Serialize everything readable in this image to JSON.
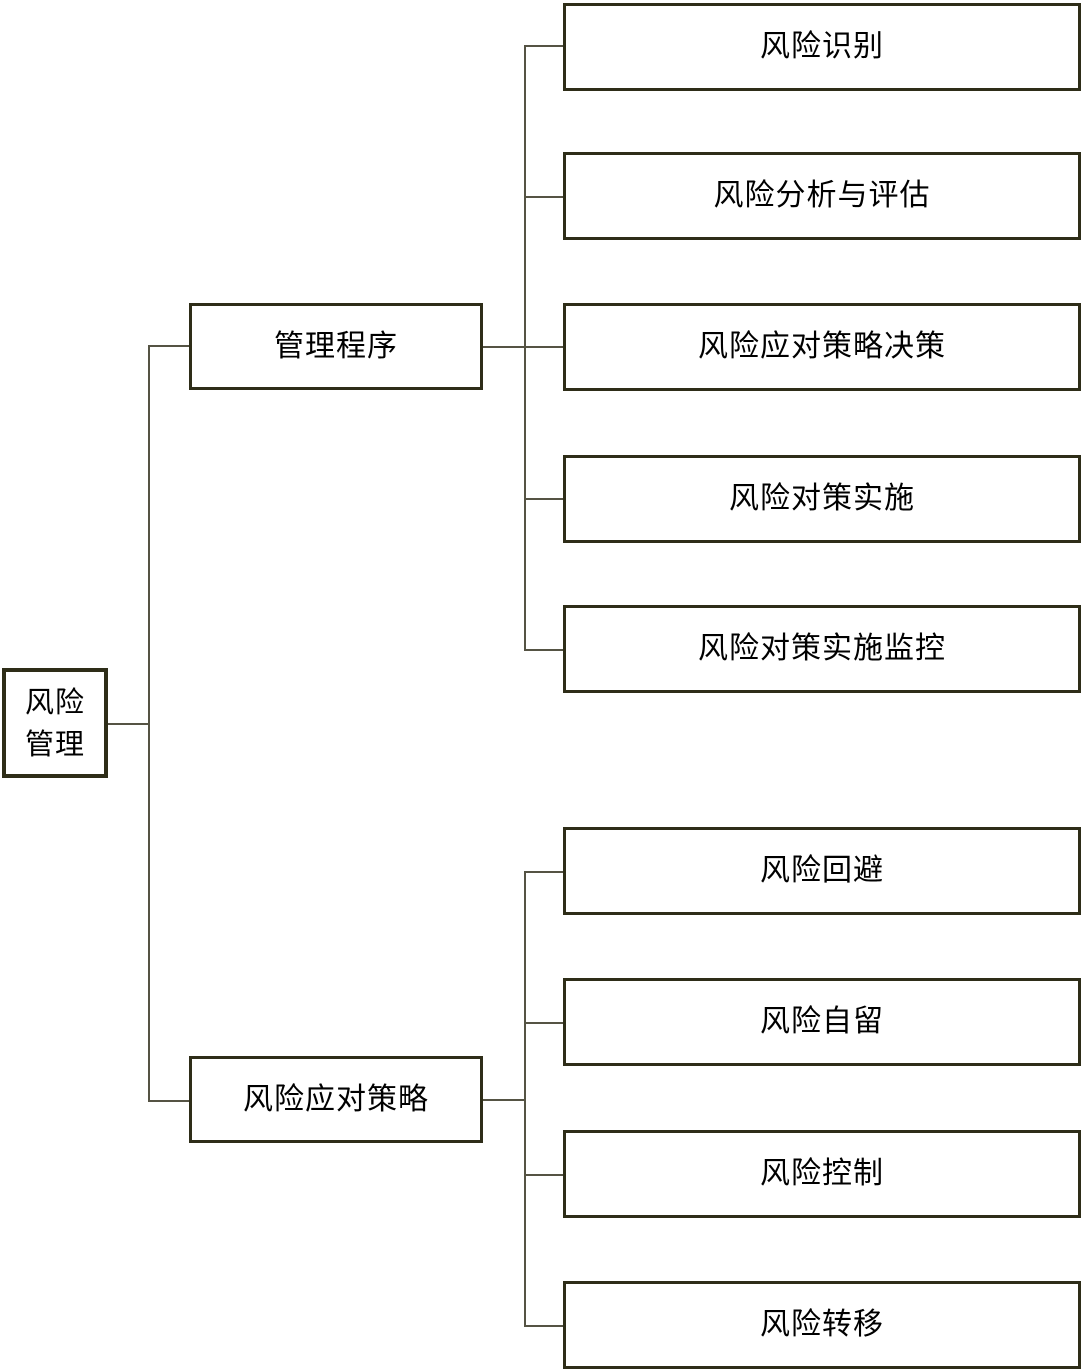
{
  "diagram": {
    "type": "tree",
    "orientation": "left-to-right",
    "title": "风险管理",
    "colors": {
      "box_border": "#2e2d18",
      "box_fill": "#ffffff",
      "connector": "#555344",
      "text": "#000000",
      "background": "#ffffff"
    },
    "root": {
      "id": "risk-management",
      "label": "风险\n管理",
      "label_lines": [
        "风险",
        "管理"
      ]
    },
    "branches": [
      {
        "id": "management-procedure",
        "label": "管理程序",
        "children": [
          {
            "id": "risk-identification",
            "label": "风险识别"
          },
          {
            "id": "risk-analysis-assessment",
            "label": "风险分析与评估"
          },
          {
            "id": "risk-response-strategy-decision",
            "label": "风险应对策略决策"
          },
          {
            "id": "risk-countermeasure-implementation",
            "label": "风险对策实施"
          },
          {
            "id": "risk-countermeasure-monitoring",
            "label": "风险对策实施监控"
          }
        ]
      },
      {
        "id": "risk-response-strategy",
        "label": "风险应对策略",
        "children": [
          {
            "id": "risk-avoidance",
            "label": "风险回避"
          },
          {
            "id": "risk-retention",
            "label": "风险自留"
          },
          {
            "id": "risk-control",
            "label": "风险控制"
          },
          {
            "id": "risk-transfer",
            "label": "风险转移"
          }
        ]
      }
    ]
  }
}
